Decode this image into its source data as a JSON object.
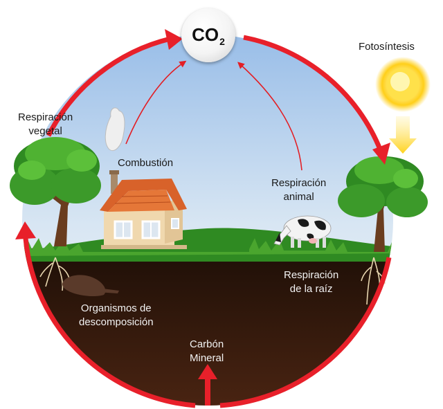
{
  "co2": {
    "base": "CO",
    "subscript": "2"
  },
  "labels": {
    "fotosintesis": "Fotosíntesis",
    "respiracion_vegetal": [
      "Respiración",
      "vegetal"
    ],
    "combustion": "Combustión",
    "respiracion_animal": [
      "Respiración",
      "animal"
    ],
    "respiracion_raiz": [
      "Respiración",
      "de la raíz"
    ],
    "organismos": [
      "Organismos de",
      "descomposición"
    ],
    "carbon_mineral": [
      "Carbón",
      "Mineral"
    ]
  },
  "colors": {
    "cycle_arrow": "#e8202a",
    "sky_top": "#9fc1e8",
    "grass": "#3e9a2a",
    "soil": "#2a150b",
    "sun": "#ffd21e"
  }
}
